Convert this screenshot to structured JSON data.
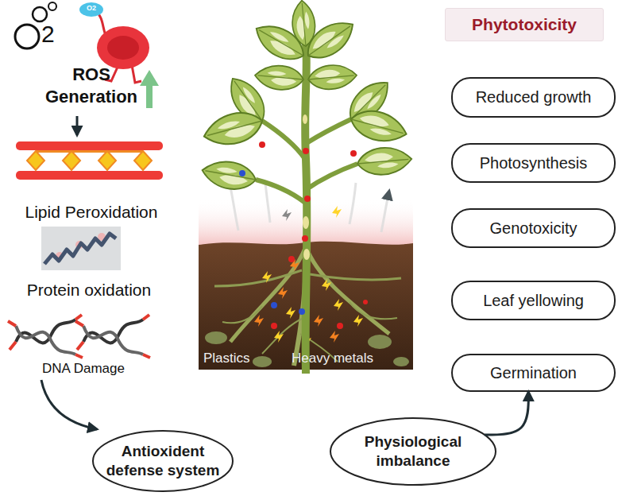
{
  "diagram": {
    "nodes": [
      {
        "text": [
          "Phytotoxicity"
        ]
      },
      {
        "text": [
          "Reduced growth"
        ]
      },
      {
        "text": [
          "Photosynthesis"
        ]
      },
      {
        "text": [
          "Genotoxicity"
        ]
      },
      {
        "text": [
          "Leaf yellowing"
        ]
      },
      {
        "text": [
          "Germination"
        ]
      },
      {
        "text": [
          "Antioxident defense system"
        ]
      },
      {
        "text": [
          "Physiological imbalance"
        ]
      }
    ],
    "edges": [
      {
        "from": 7,
        "to": 5,
        "arrow": "to"
      }
    ],
    "labels": [
      "2",
      "O2",
      "ROS Generation",
      "Lipid Peroxidation",
      "Protein oxidation",
      "DNA Damage",
      "Plastics",
      "Heavy metals"
    ]
  }
}
